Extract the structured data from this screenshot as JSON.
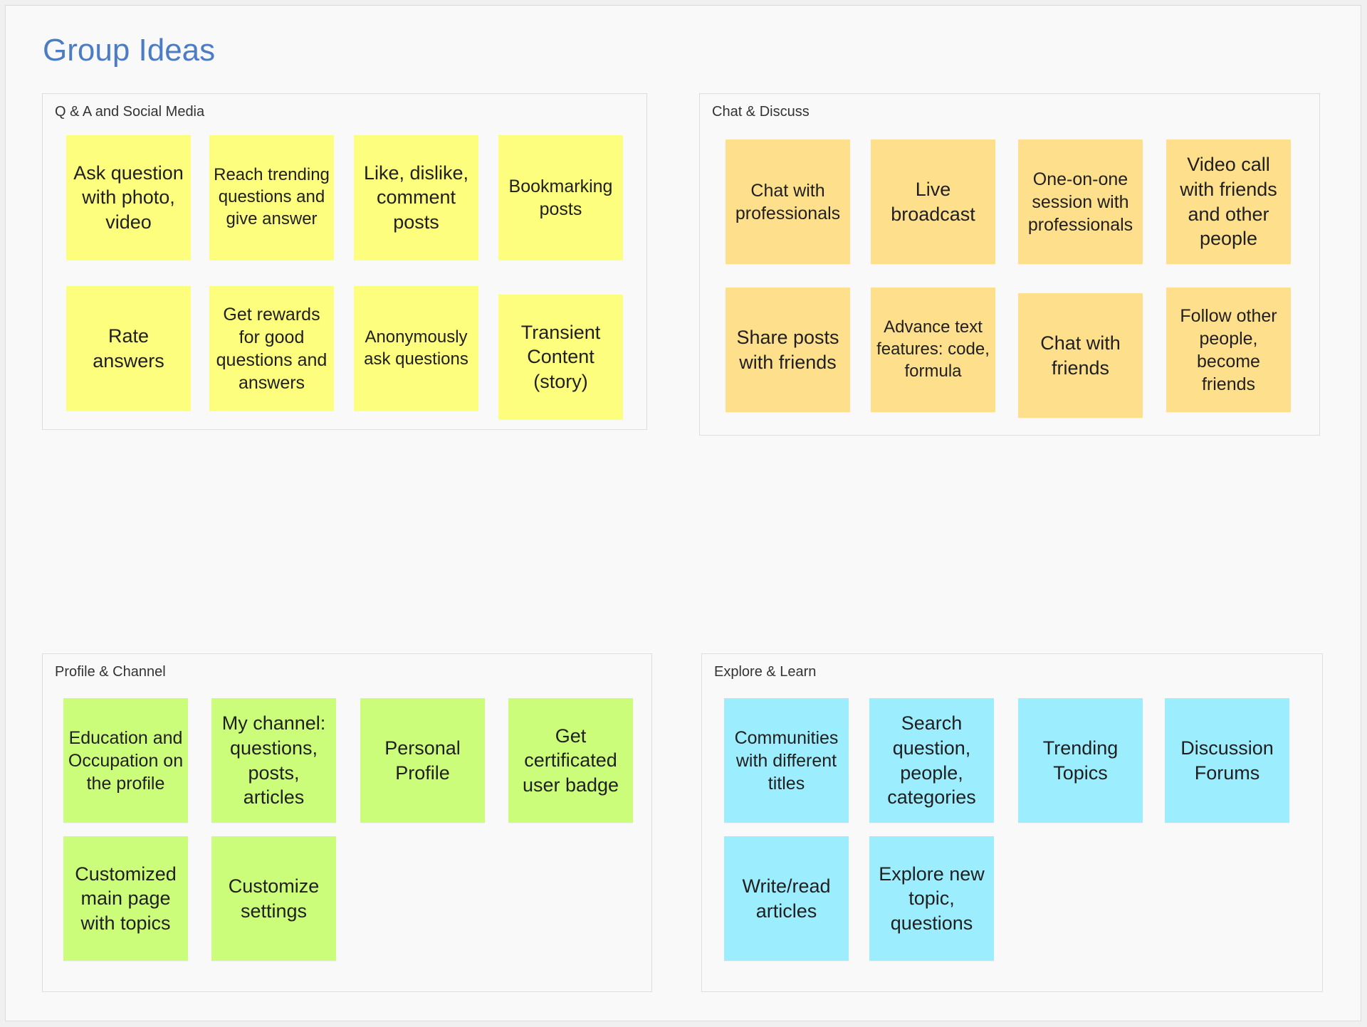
{
  "board": {
    "title": "Group Ideas"
  },
  "colors": {
    "title": "#4b7cc4",
    "yellow_note": "#fdfd7e",
    "orange_note": "#fedf8c",
    "green_note": "#ccfd7a",
    "blue_note": "#9cedfd"
  },
  "groups": {
    "qa": {
      "label": "Q & A and Social Media",
      "notes": [
        "Ask question with photo, video",
        "Reach trending questions and give answer",
        "Like, dislike, comment posts",
        "Bookmarking posts",
        "Rate answers",
        "Get rewards for good questions and answers",
        "Anonymously ask questions",
        "Transient Content (story)"
      ]
    },
    "chat": {
      "label": "Chat & Discuss",
      "notes": [
        "Chat with professionals",
        "Live broadcast",
        "One-on-one session with professionals",
        "Video call with friends and other people",
        "Share posts with friends",
        "Advance text features: code, formula",
        "Chat with friends",
        "Follow other people, become friends"
      ]
    },
    "profile": {
      "label": "Profile & Channel",
      "notes": [
        "Education and Occupation on the profile",
        "My channel: questions, posts, articles",
        "Personal Profile",
        "Get certificated user badge",
        "Customized main page with topics",
        "Customize settings"
      ]
    },
    "explore": {
      "label": "Explore  & Learn",
      "notes": [
        "Communities with different titles",
        "Search question, people, categories",
        "Trending Topics",
        "Discussion Forums",
        "Write/read articles",
        "Explore new topic, questions"
      ]
    }
  }
}
